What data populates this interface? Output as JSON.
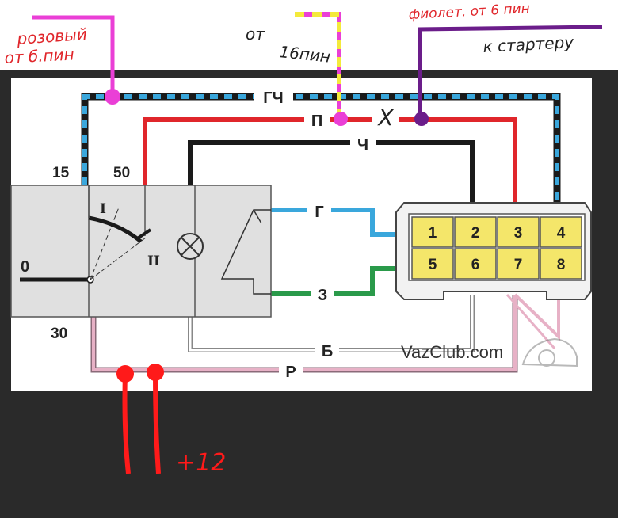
{
  "terminals": {
    "t15": "15",
    "t50": "50",
    "t30": "30",
    "t0": "0",
    "pos1": "I",
    "pos2": "II"
  },
  "wires": {
    "gch": "ГЧ",
    "p": "П",
    "ch": "Ч",
    "g": "Г",
    "z": "З",
    "b": "Б",
    "r": "Р"
  },
  "connector_pins": [
    "1",
    "2",
    "3",
    "4",
    "5",
    "6",
    "7",
    "8"
  ],
  "watermark": "VazClub.com",
  "annotations": {
    "pink_line1": "розовый",
    "pink_line2": "от б.пин",
    "yellow_pink_line1": "от",
    "yellow_pink_line2": "16пин",
    "violet_line1": "фиолет. от 6 пин",
    "violet_line2": "к стартеру",
    "cross_mark": "X",
    "plus12": "+12"
  },
  "colors": {
    "background_dark": "#2a2a2a",
    "panel": "#ffffff",
    "switch_box": "#e0e0e0",
    "connector": "#f4e66a",
    "red": "#e0262b",
    "black": "#1a1a1a",
    "blue": "#3aa7dc",
    "green": "#2a9a4a",
    "pink_wire": "#e7b1c6",
    "marker_pink": "#ea3fd6",
    "marker_yellow": "#f4ea3b",
    "marker_violet": "#6b1d8a",
    "marker_red": "#ff1a1a"
  }
}
